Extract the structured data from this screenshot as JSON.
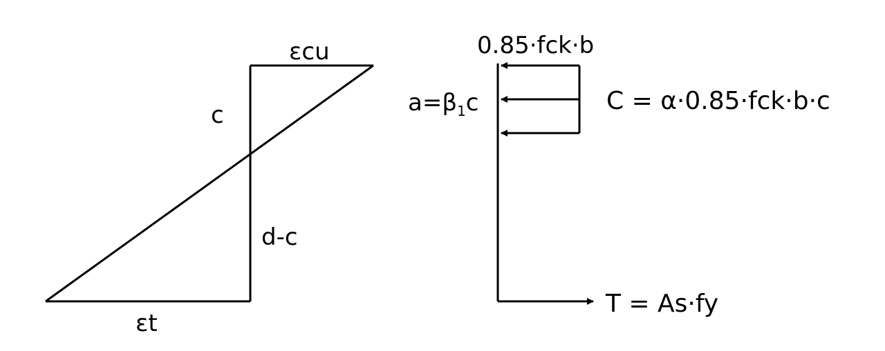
{
  "strain_diagram": {
    "ecu_label": "εcu",
    "c_label": "c",
    "dc_label": "d-c",
    "et_label": "εt"
  },
  "stress_diagram": {
    "stress_top_label": "0.85·fck·b",
    "a_label_prefix": "a=β",
    "a_label_subscript": "1",
    "a_label_suffix": "c",
    "compression_label": "C = α·0.85·fck·b·c",
    "tension_label": "T = As·fy"
  },
  "colors": {
    "stroke": "#000000",
    "background": "#ffffff"
  }
}
